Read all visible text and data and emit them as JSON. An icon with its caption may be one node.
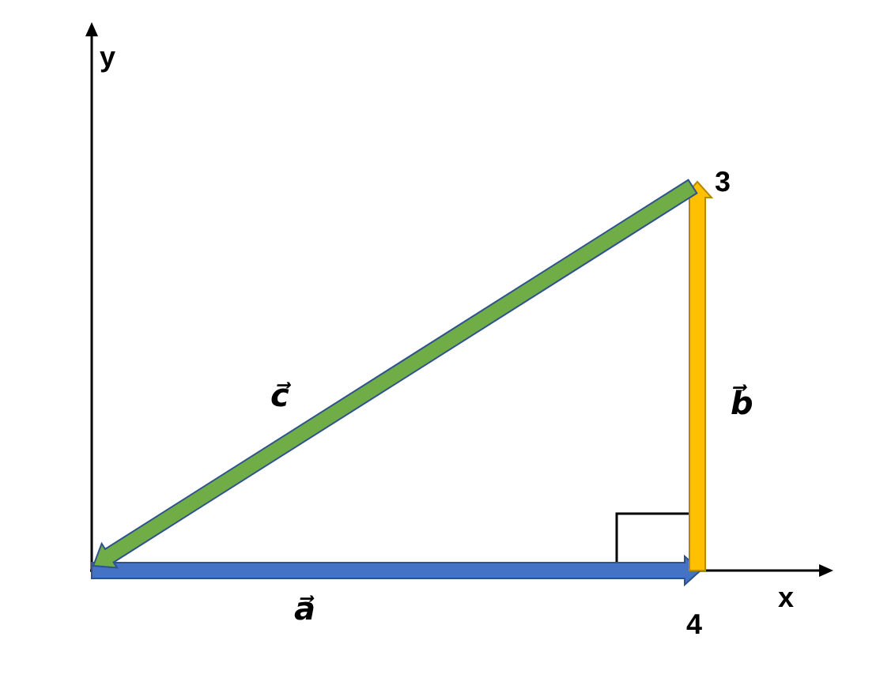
{
  "diagram": {
    "labels": [
      "y",
      "3",
      "c⃗",
      "b⃗",
      "a⃗",
      "x",
      "4"
    ]
  }
}
